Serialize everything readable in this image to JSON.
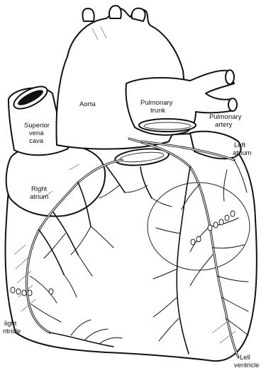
{
  "diagram": {
    "labels": {
      "aorta": "Aorta",
      "pulmonary_trunk_line1": "Pulmonary",
      "pulmonary_trunk_line2": "trunk",
      "pulmonary_artery_line1": "Pulmonary",
      "pulmonary_artery_line2": "artery",
      "superior_vena_cava_line1": "Superior",
      "superior_vena_cava_line2": "vena",
      "superior_vena_cava_line3": "cava",
      "left_atrium_line1": "Left",
      "left_atrium_line2": "atrium",
      "right_atrium_line1": "Right",
      "right_atrium_line2": "atrium",
      "right_ventricle_line1": "light",
      "right_ventricle_line2": "ntricle",
      "left_ventricle_line1": "Lell",
      "left_ventricle_line2": "ventricle"
    }
  }
}
